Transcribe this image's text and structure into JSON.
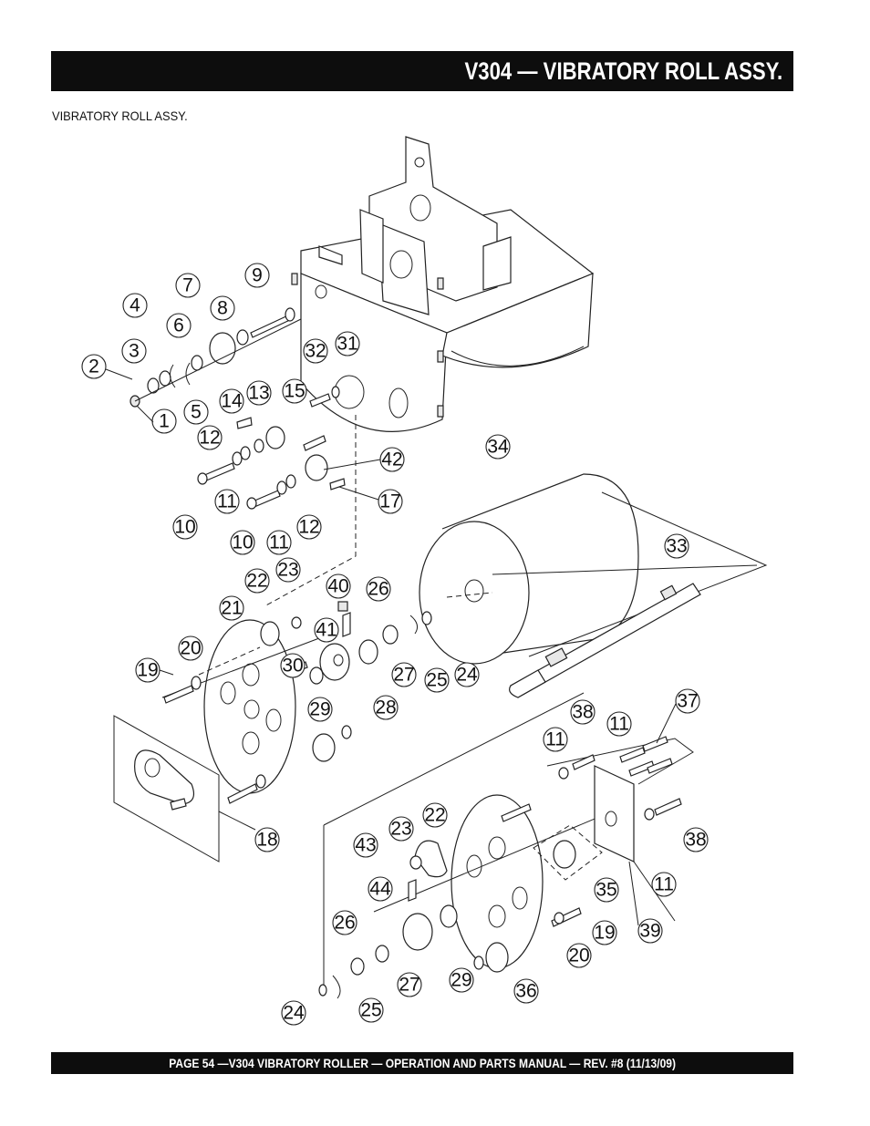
{
  "header": {
    "title": "V304 — VIBRATORY ROLL ASSY."
  },
  "subtitle": "VIBRATORY ROLL ASSY.",
  "footer": {
    "text": "PAGE 54 —V304  VIBRATORY ROLLER  — OPERATION AND PARTS MANUAL — REV. #8 (11/13/09)"
  },
  "callouts": {
    "c1": "1",
    "c2": "2",
    "c3": "3",
    "c4": "4",
    "c5": "5",
    "c6": "6",
    "c7": "7",
    "c8": "8",
    "c9": "9",
    "c10a": "10",
    "c10b": "10",
    "c11a": "11",
    "c11b": "11",
    "c11c": "11",
    "c11d": "11",
    "c11e": "11",
    "c12a": "12",
    "c12b": "12",
    "c13": "13",
    "c14": "14",
    "c15": "15",
    "c17": "17",
    "c18": "18",
    "c19a": "19",
    "c19b": "19",
    "c20a": "20",
    "c20b": "20",
    "c21": "21",
    "c22a": "22",
    "c22b": "22",
    "c23a": "23",
    "c23b": "23",
    "c24a": "24",
    "c24b": "24",
    "c25a": "25",
    "c25b": "25",
    "c26a": "26",
    "c26b": "26",
    "c27a": "27",
    "c27b": "27",
    "c28": "28",
    "c29a": "29",
    "c29b": "29",
    "c30": "30",
    "c31": "31",
    "c32": "32",
    "c33": "33",
    "c34": "34",
    "c35": "35",
    "c36": "36",
    "c37": "37",
    "c38a": "38",
    "c38b": "38",
    "c39": "39",
    "c40": "40",
    "c41": "41",
    "c42": "42",
    "c43": "43",
    "c44": "44"
  }
}
